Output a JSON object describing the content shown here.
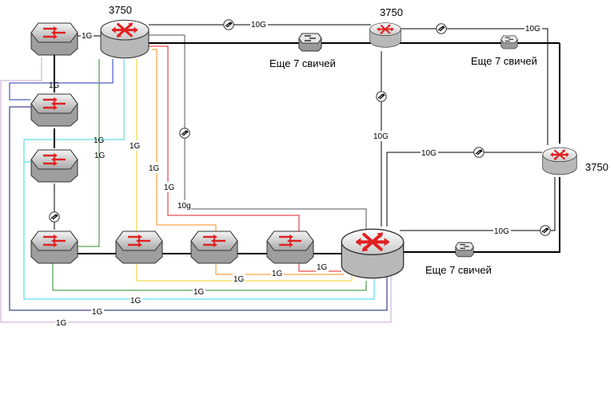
{
  "colors": {
    "trunk": "#000000",
    "link_dark_gray": "#555555",
    "link_red": "#e02020",
    "link_orange": "#ff8c1a",
    "link_yellow": "#f2d21a",
    "link_green": "#2a8a2a",
    "link_cyan": "#3ad7e6",
    "link_blue": "#2233bb",
    "link_navy": "#101870",
    "link_lavender": "#c9a6d6",
    "device_red": "#e02020"
  },
  "labels": {
    "router_top_left": "3750",
    "router_top_mid": "3750",
    "router_right": "3750",
    "switches_top_mid": "Еще 7 свичей",
    "switches_top_right": "Еще 7 свичей",
    "switches_bottom": "Еще 7 свичей",
    "link_1g": "1G",
    "link_10g": "10G",
    "link_10g_lower": "10g"
  },
  "icons": {
    "router": "router-icon",
    "switch": "switch-icon",
    "small_switch": "small-switch-icon",
    "hub": "hub-icon"
  }
}
